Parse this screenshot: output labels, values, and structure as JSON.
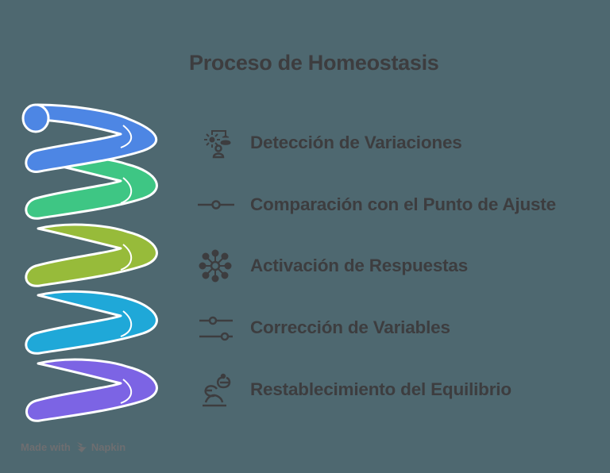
{
  "diagram": {
    "title": "Proceso de Homeostasis",
    "colors": {
      "background": "#4e6870",
      "text": "#3d3d3f",
      "outline": "#ffffff",
      "coil_1": "#4d86e4",
      "coil_2": "#3ec684",
      "coil_3": "#97bb3a",
      "coil_4": "#1fa8d8",
      "coil_5": "#7c64e4"
    },
    "steps": [
      {
        "label": "Detección de Variaciones",
        "icon": "sensor-detection-icon",
        "color": "#4d86e4"
      },
      {
        "label": "Comparación con el Punto de Ajuste",
        "icon": "slider-single-point-icon",
        "color": "#3ec684"
      },
      {
        "label": "Activación de Respuestas",
        "icon": "network-hub-icon",
        "color": "#97bb3a"
      },
      {
        "label": "Corrección de Variables",
        "icon": "adjust-sliders-icon",
        "color": "#1fa8d8"
      },
      {
        "label": "Restablecimiento del Equilibrio",
        "icon": "balance-person-icon",
        "color": "#7c64e4"
      }
    ]
  },
  "footer": {
    "made_with": "Made with",
    "brand": "Napkin"
  }
}
